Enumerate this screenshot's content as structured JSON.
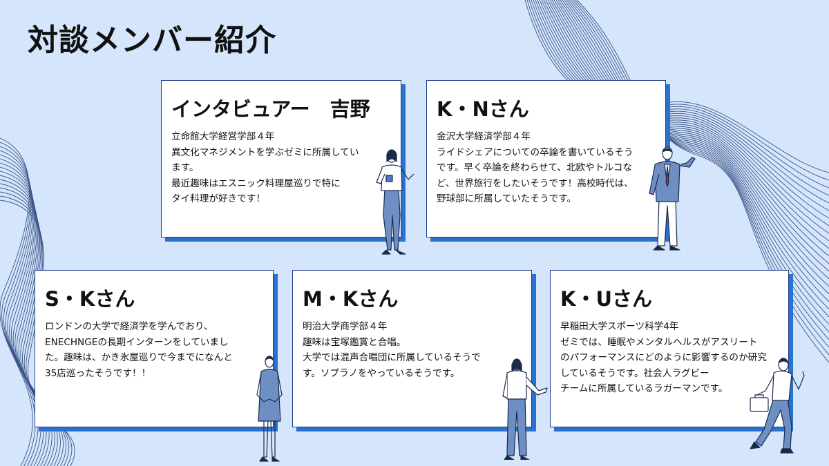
{
  "page": {
    "title": "対談メンバー紹介"
  },
  "colors": {
    "background": "#d5e5fb",
    "card_border": "#1b3f86",
    "card_shadow": "#2a72cf",
    "wave_lines": "#1e3a73"
  },
  "cards": [
    {
      "name": "インタビュアー　吉野",
      "lines": [
        "立命館大学経営学部４年",
        "異文化マネジメントを学ぶゼミに所属してい",
        "ます。",
        "最近趣味はエスニック料理屋巡りで特に",
        "タイ料理が好きです！"
      ],
      "illustration": "woman-with-mug-illustration"
    },
    {
      "name": "K・Nさん",
      "lines": [
        "金沢大学経済学部４年",
        "ライドシェアについての卒論を書いているそう",
        "です。早く卒論を終わらせて、北欧やトルコな",
        "ど、世界旅行をしたいそうです！高校時代は、",
        "野球部に所属していたそうです。"
      ],
      "illustration": "man-in-suit-illustration"
    },
    {
      "name": "S・Kさん",
      "lines": [
        "ロンドンの大学で経済学を学んでおり、",
        "ENECHNGEの長期インターンをしていまし",
        "た。趣味は、かき氷屋巡りで今までになんと",
        "35店巡ったそうです！！"
      ],
      "illustration": "woman-in-dress-illustration"
    },
    {
      "name": "M・Kさん",
      "lines": [
        "明治大学商学部４年",
        "趣味は宝塚鑑賞と合唱。",
        "大学では混声合唱団に所属しているそうで",
        "す。ソプラノをやっているそうです。"
      ],
      "illustration": "woman-presenting-illustration"
    },
    {
      "name": "K・Uさん",
      "lines": [
        "早稲田大学スポーツ科学4年",
        "ゼミでは、睡眠やメンタルヘルスがアスリート",
        "のパフォーマンスにどのように影響するのか研究",
        "しているそうです。社会人ラグビー",
        "チームに所属しているラガーマンです。"
      ],
      "illustration": "man-with-briefcase-illustration"
    }
  ]
}
